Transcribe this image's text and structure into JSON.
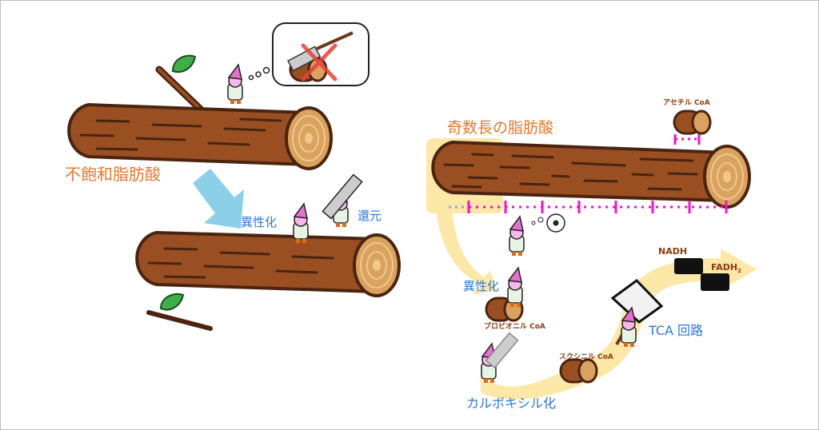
{
  "left": {
    "unsaturated_label": "不飽和脂肪酸",
    "isomerization_label": "異性化",
    "reduction_label": "還元"
  },
  "right": {
    "odd_chain_label": "奇数長の脂肪酸",
    "acetyl_coa_label": "アセチル CoA",
    "isomerization_label": "異性化",
    "propionyl_coa_label": "プロピオニル CoA",
    "carboxylation_label": "カルボキシル化",
    "succinyl_coa_label": "スクシニル CoA",
    "tca_label": "TCA 回路",
    "nadh_label": "NADH",
    "fadh2_label": "FADH",
    "fadh2_subscript": "2"
  },
  "colors": {
    "orange": "#e8782a",
    "blue": "#2b78d6",
    "magenta": "#ff10c8",
    "yellow": "#fbe7a6",
    "arrow_blue": "#8ccfe8"
  }
}
